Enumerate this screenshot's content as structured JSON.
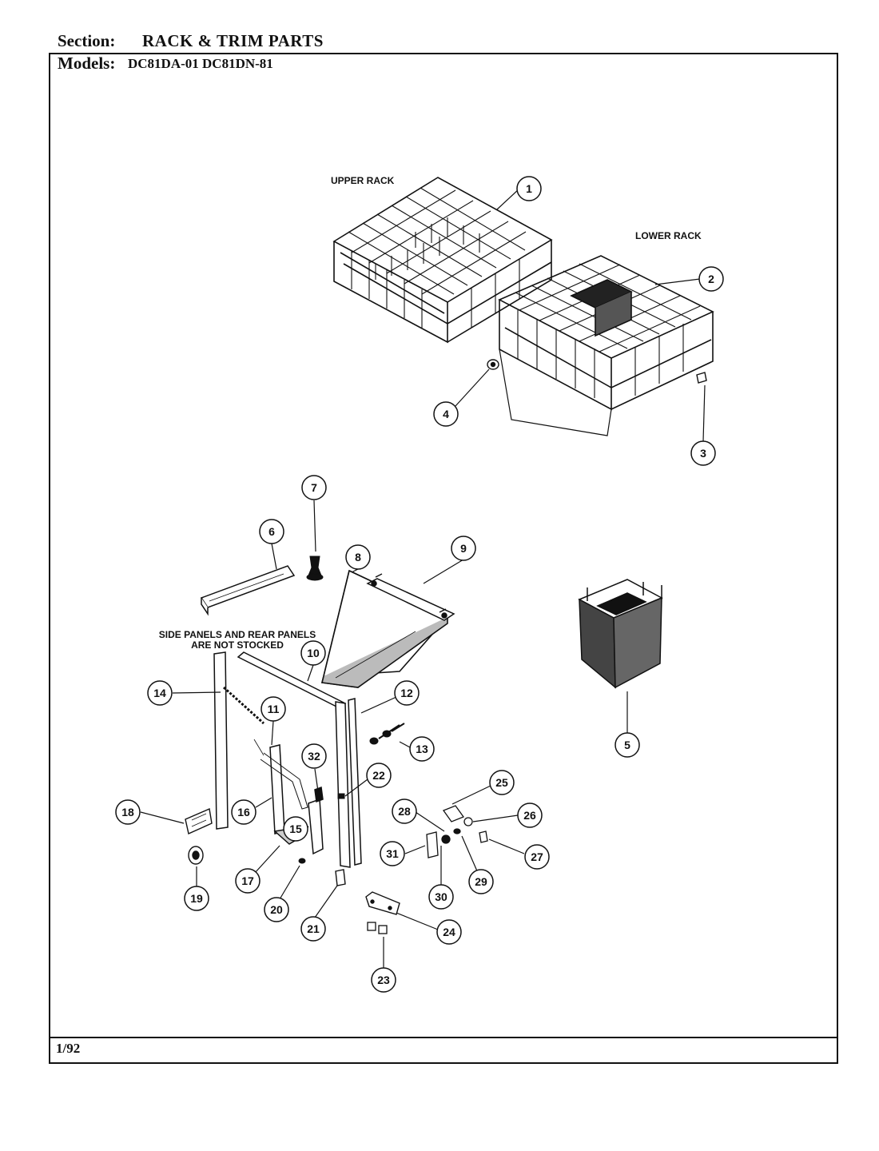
{
  "header": {
    "section_label": "Section:",
    "section_value": "RACK & TRIM PARTS",
    "models_label": "Models:",
    "models_value": "DC81DA-01  DC81DN-81"
  },
  "diagram": {
    "labels": {
      "upper_rack": "UPPER RACK",
      "lower_rack": "LOWER RACK",
      "note_line1": "SIDE PANELS AND REAR PANELS",
      "note_line2": "ARE NOT STOCKED"
    },
    "callouts": [
      "1",
      "2",
      "3",
      "4",
      "5",
      "6",
      "7",
      "8",
      "9",
      "10",
      "11",
      "12",
      "13",
      "14",
      "15",
      "16",
      "17",
      "18",
      "19",
      "20",
      "21",
      "22",
      "23",
      "24",
      "25",
      "26",
      "27",
      "28",
      "29",
      "30",
      "31",
      "32"
    ]
  },
  "footer": {
    "date": "1/92"
  }
}
